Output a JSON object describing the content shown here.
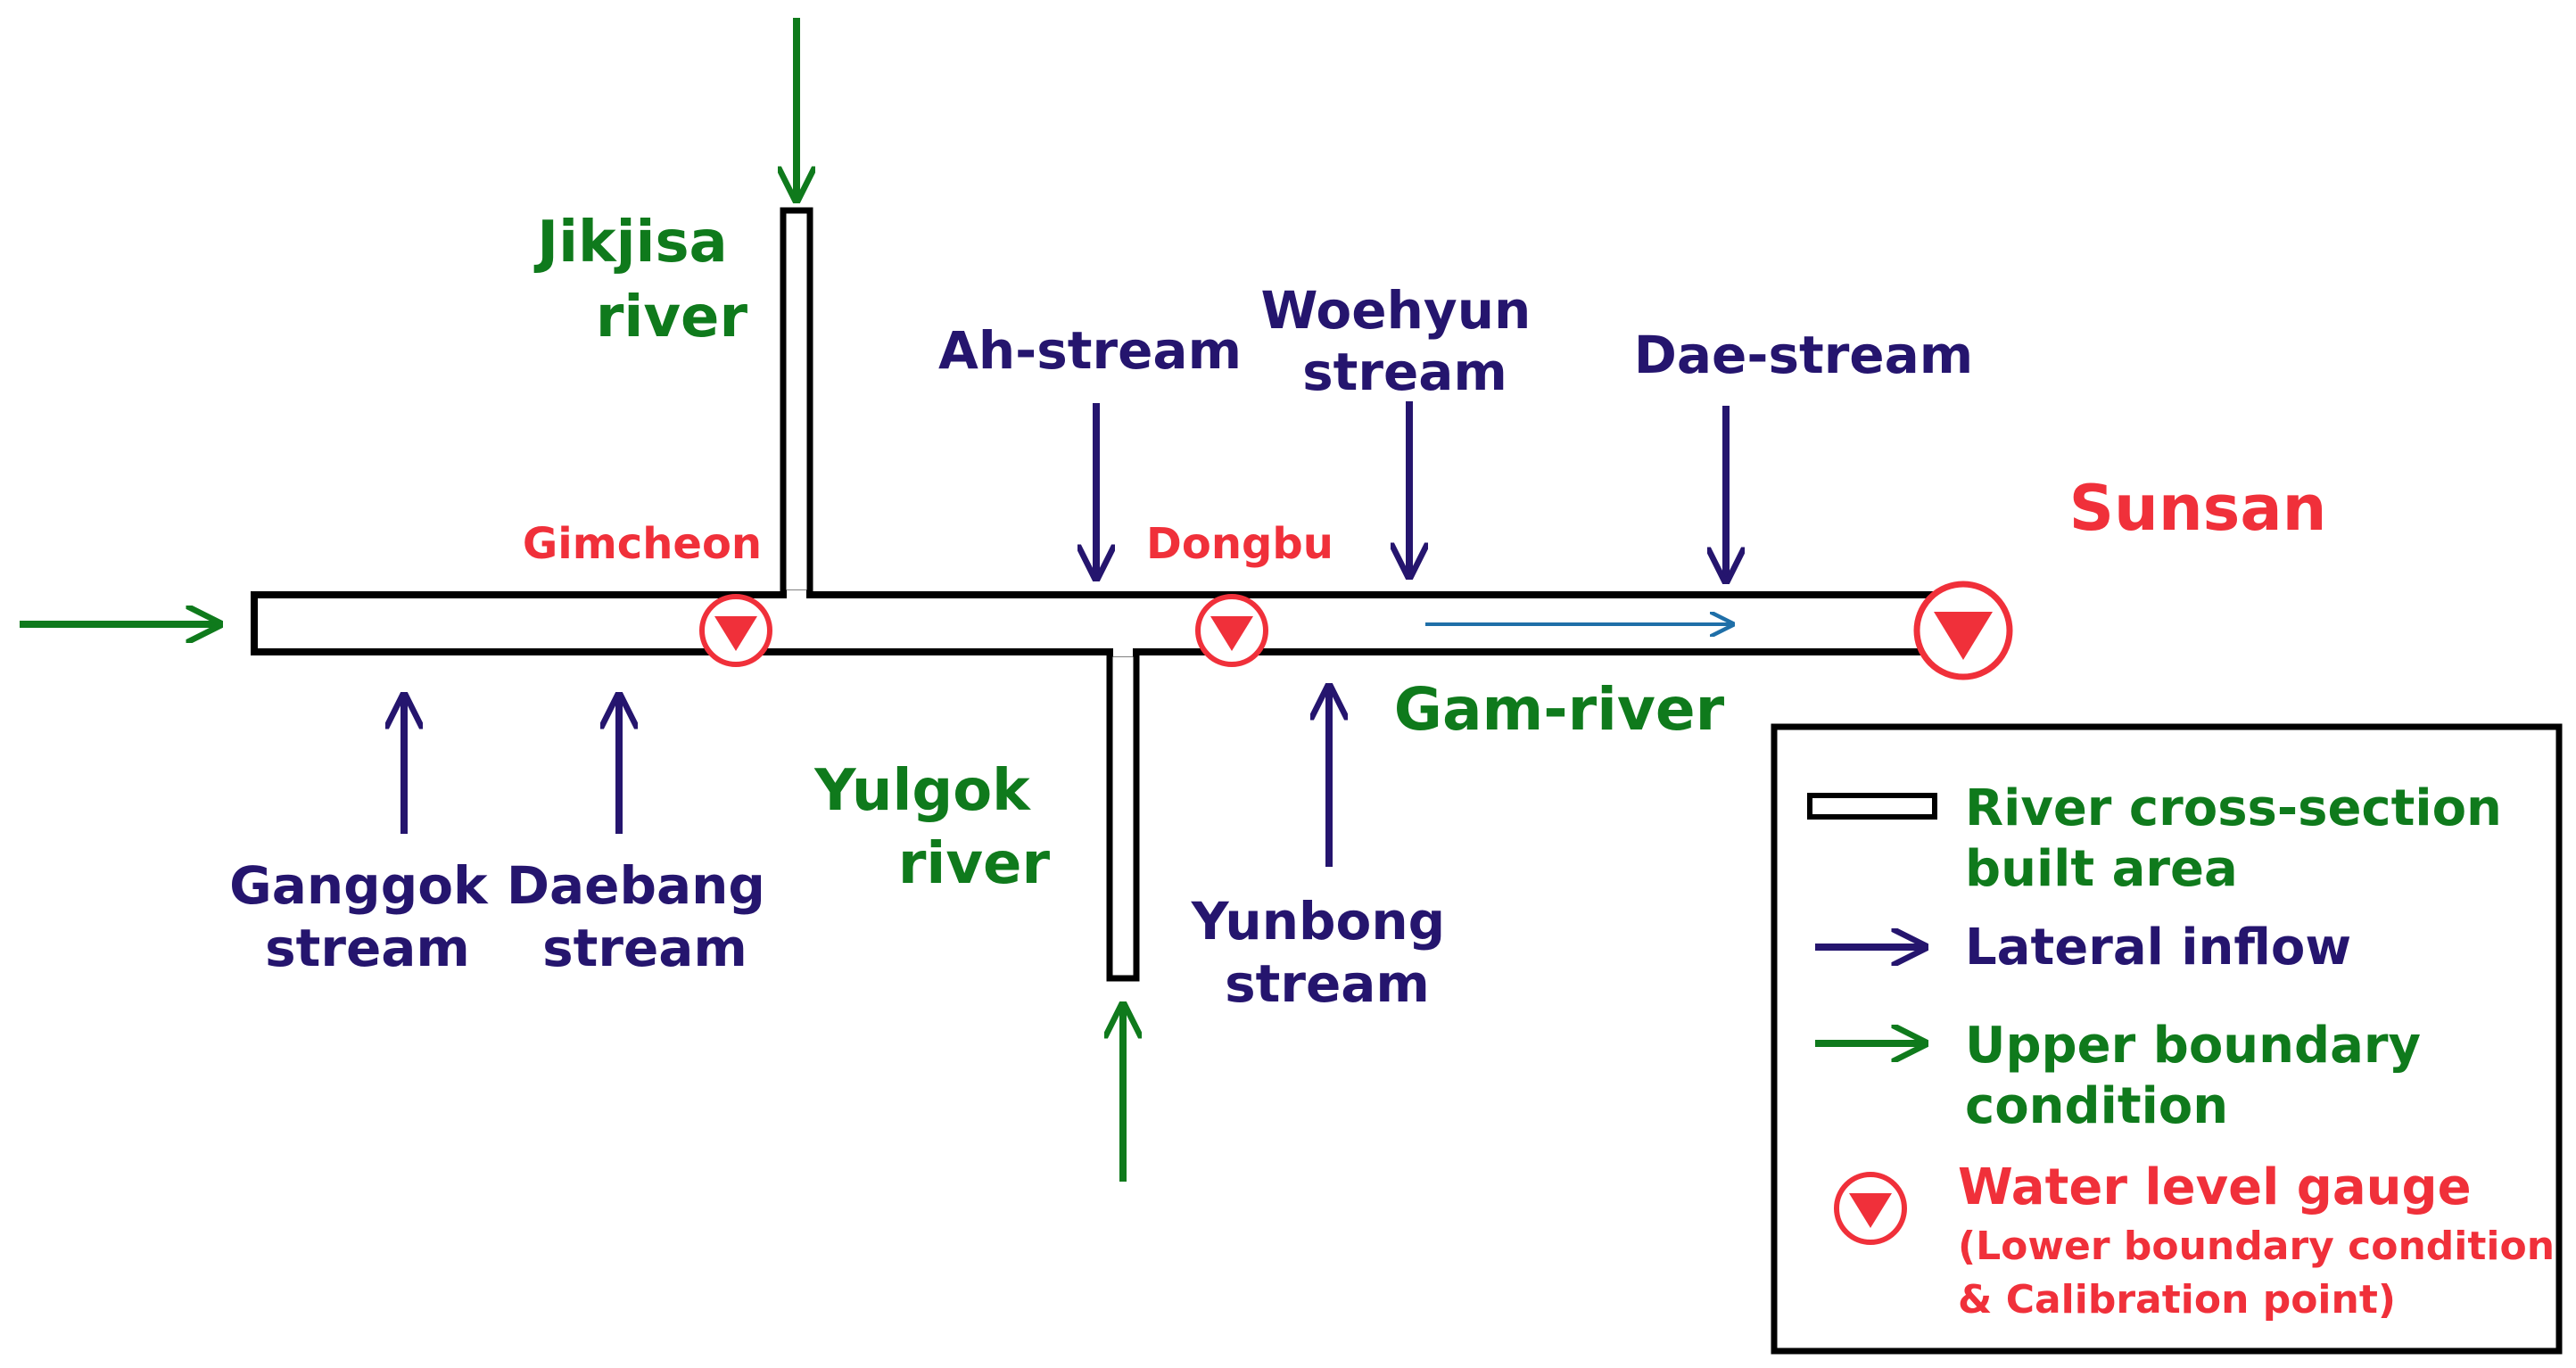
{
  "colors": {
    "green": "#0f7a1c",
    "navy": "#25156e",
    "red": "#f0303a",
    "flow": "#1f6fa8",
    "outline": "#000000"
  },
  "labels": {
    "jikjisa": [
      "Jikjisa",
      "river"
    ],
    "ah_stream": [
      "Ah-stream"
    ],
    "woehyun": [
      "Woehyun",
      "stream"
    ],
    "dae_stream": [
      "Dae-stream"
    ],
    "gimcheon": [
      "Gimcheon"
    ],
    "dongbu": [
      "Dongbu"
    ],
    "sunsan": [
      "Sunsan"
    ],
    "gam_river": [
      "Gam-river"
    ],
    "yulgok": [
      "Yulgok",
      "river"
    ],
    "ganggok": [
      "Ganggok",
      "stream"
    ],
    "daebang": [
      "Daebang",
      "stream"
    ],
    "yunbong": [
      "Yunbong",
      "stream"
    ]
  },
  "legend": {
    "cross_section": [
      "River cross-section",
      "built area"
    ],
    "lateral_inflow": [
      "Lateral inflow"
    ],
    "upper_boundary": [
      "Upper boundary",
      "condition"
    ],
    "gauge": [
      "Water level gauge"
    ],
    "gauge_note": [
      "(Lower boundary condition",
      "& Calibration point)"
    ]
  },
  "icons": {
    "gauge": "water-level-gauge-icon",
    "lateral": "lateral-inflow-arrow-icon",
    "upper": "upper-boundary-arrow-icon",
    "cross_section": "river-cross-section-icon"
  }
}
